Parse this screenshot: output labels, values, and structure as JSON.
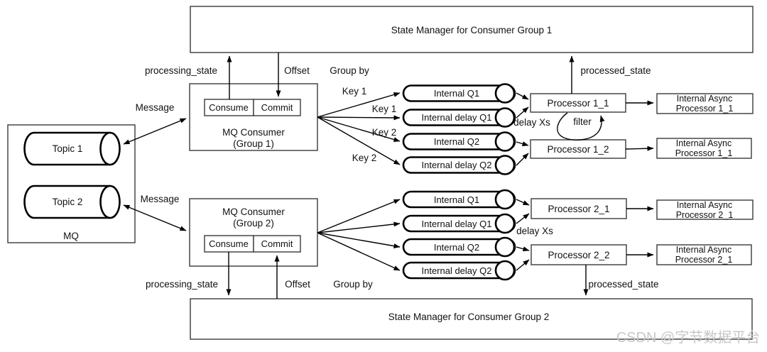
{
  "diagram": {
    "sm1": "State Manager for Consumer Group 1",
    "sm2": "State Manager for Consumer Group 2",
    "mq": {
      "label": "MQ",
      "topics": [
        "Topic 1",
        "Topic 2"
      ]
    },
    "consumer1": {
      "line1": "MQ Consumer",
      "line2": "(Group 1)",
      "consume": "Consume",
      "commit": "Commit"
    },
    "consumer2": {
      "line1": "MQ Consumer",
      "line2": "(Group 2)",
      "consume": "Consume",
      "commit": "Commit"
    },
    "flow1": {
      "message": "Message",
      "processing_state": "processing_state",
      "offset": "Offset",
      "group_by": "Group by",
      "keys": [
        "Key 1",
        "Key 1",
        "Key 2",
        "Key 2"
      ],
      "delay": "delay Xs",
      "filter": "filter",
      "processed_state": "processed_state"
    },
    "flow2": {
      "message": "Message",
      "processing_state": "processing_state",
      "offset": "Offset",
      "group_by": "Group by",
      "delay": "delay Xs",
      "processed_state": "processed_state"
    },
    "queues1": [
      "Internal Q1",
      "Internal delay Q1",
      "Internal Q2",
      "Internal delay Q2"
    ],
    "queues2": [
      "Internal Q1",
      "Internal delay Q1",
      "Internal Q2",
      "Internal delay Q2"
    ],
    "processors1": [
      "Processor 1_1",
      "Processor 1_2"
    ],
    "processors2": [
      "Processor 2_1",
      "Processor 2_2"
    ],
    "async_processors": [
      {
        "line1": "Internal Async",
        "line2": "Processor 1_1"
      },
      {
        "line1": "Internal Async",
        "line2": "Processor 1_1"
      },
      {
        "line1": "Internal Async",
        "line2": "Processor 2_1"
      },
      {
        "line1": "Internal Async",
        "line2": "Processor 2_1"
      }
    ]
  },
  "watermark": "CSDN @字节数据平台",
  "colors": {
    "background": "#ffffff",
    "box_stroke": "#3a3a3a",
    "shape_stroke": "#000000",
    "text": "#111111",
    "watermark": "#c8c8c8"
  }
}
